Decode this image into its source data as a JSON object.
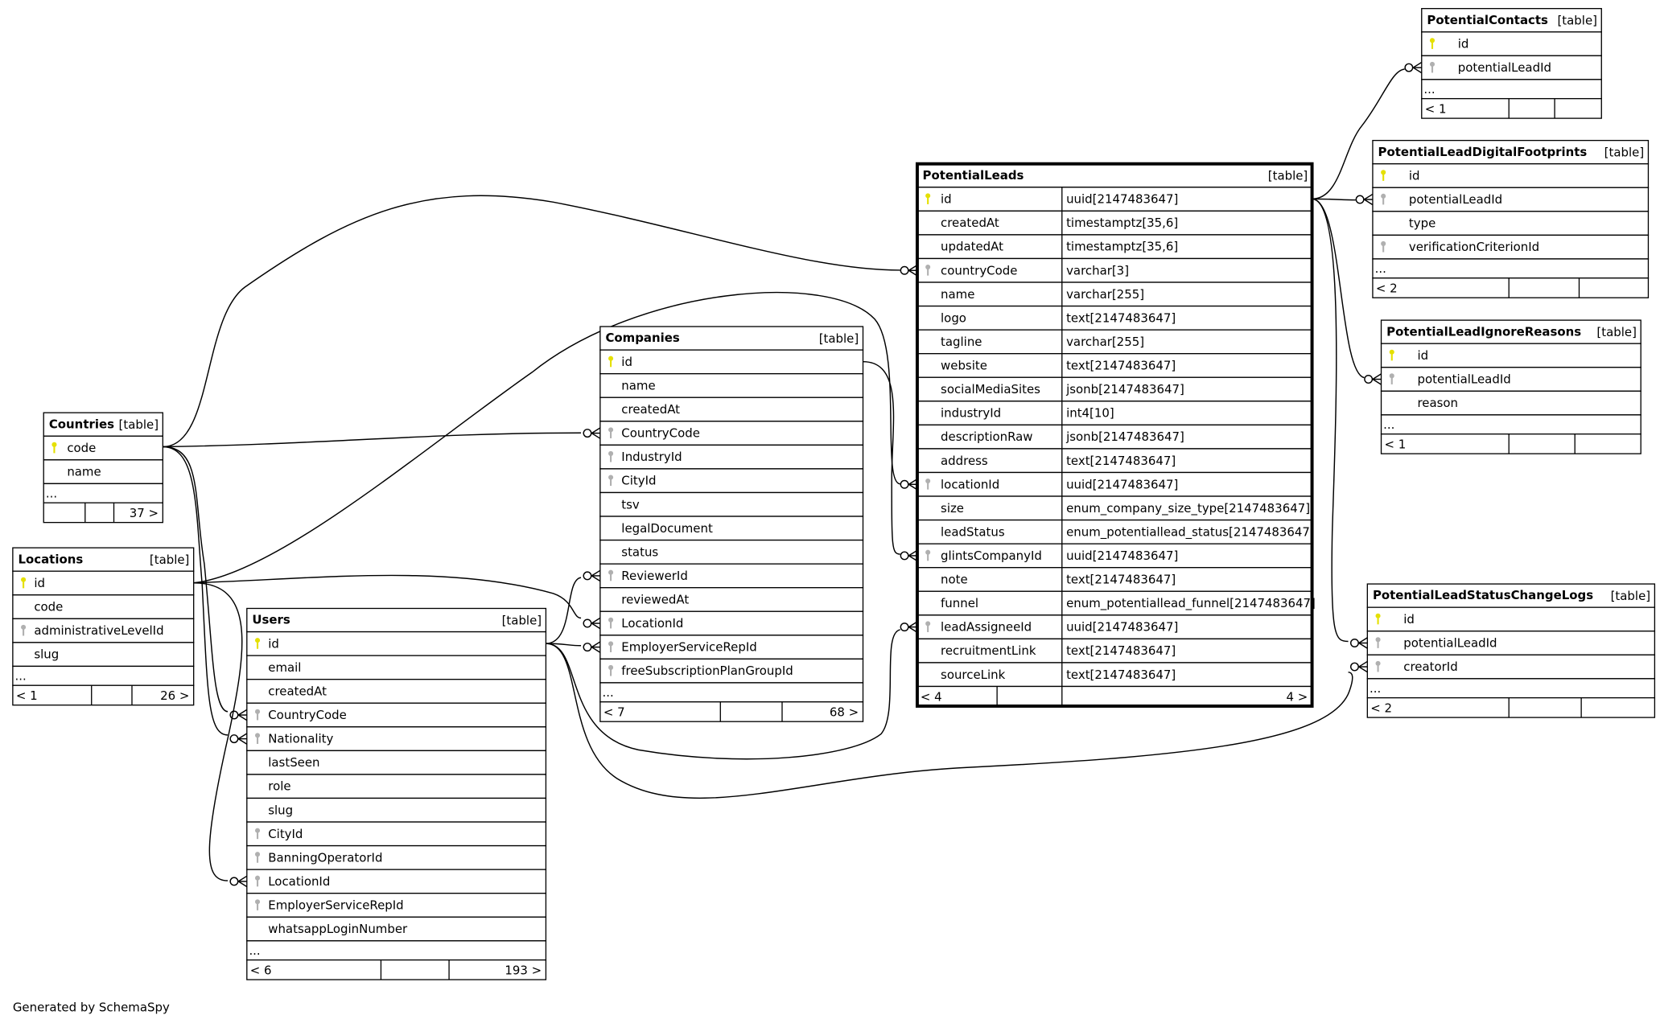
{
  "footer_text": "Generated by SchemaSpy",
  "colors": {
    "primary_key": "#e5e000",
    "foreign_key": "#b0b0b0",
    "header_bg": "#f4f4f4"
  },
  "tables": [
    {
      "name": "Countries",
      "label": "[table]",
      "columns": [
        {
          "name": "code",
          "key": "pk"
        },
        {
          "name": "name",
          "key": ""
        }
      ],
      "ellipsis": "...",
      "footer": [
        "",
        "",
        "37 >"
      ]
    },
    {
      "name": "Locations",
      "label": "[table]",
      "columns": [
        {
          "name": "id",
          "key": "pk"
        },
        {
          "name": "code",
          "key": ""
        },
        {
          "name": "administrativeLevelId",
          "key": "fk"
        },
        {
          "name": "slug",
          "key": ""
        }
      ],
      "ellipsis": "...",
      "footer": [
        "< 1",
        "",
        "26 >"
      ]
    },
    {
      "name": "Users",
      "label": "[table]",
      "columns": [
        {
          "name": "id",
          "key": "pk"
        },
        {
          "name": "email",
          "key": ""
        },
        {
          "name": "createdAt",
          "key": ""
        },
        {
          "name": "CountryCode",
          "key": "fk"
        },
        {
          "name": "Nationality",
          "key": "fk"
        },
        {
          "name": "lastSeen",
          "key": ""
        },
        {
          "name": "role",
          "key": ""
        },
        {
          "name": "slug",
          "key": ""
        },
        {
          "name": "CityId",
          "key": "fk"
        },
        {
          "name": "BanningOperatorId",
          "key": "fk"
        },
        {
          "name": "LocationId",
          "key": "fk"
        },
        {
          "name": "EmployerServiceRepId",
          "key": "fk"
        },
        {
          "name": "whatsappLoginNumber",
          "key": ""
        }
      ],
      "ellipsis": "...",
      "footer": [
        "< 6",
        "",
        "193 >"
      ]
    },
    {
      "name": "Companies",
      "label": "[table]",
      "columns": [
        {
          "name": "id",
          "key": "pk"
        },
        {
          "name": "name",
          "key": ""
        },
        {
          "name": "createdAt",
          "key": ""
        },
        {
          "name": "CountryCode",
          "key": "fk"
        },
        {
          "name": "IndustryId",
          "key": "fk"
        },
        {
          "name": "CityId",
          "key": "fk"
        },
        {
          "name": "tsv",
          "key": ""
        },
        {
          "name": "legalDocument",
          "key": ""
        },
        {
          "name": "status",
          "key": ""
        },
        {
          "name": "ReviewerId",
          "key": "fk"
        },
        {
          "name": "reviewedAt",
          "key": ""
        },
        {
          "name": "LocationId",
          "key": "fk"
        },
        {
          "name": "EmployerServiceRepId",
          "key": "fk"
        },
        {
          "name": "freeSubscriptionPlanGroupId",
          "key": "fk"
        }
      ],
      "ellipsis": "...",
      "footer": [
        "< 7",
        "",
        "68 >"
      ]
    },
    {
      "name": "PotentialLeads",
      "label": "[table]",
      "columns": [
        {
          "name": "id",
          "type": "uuid[2147483647]",
          "key": "pk"
        },
        {
          "name": "createdAt",
          "type": "timestamptz[35,6]",
          "key": ""
        },
        {
          "name": "updatedAt",
          "type": "timestamptz[35,6]",
          "key": ""
        },
        {
          "name": "countryCode",
          "type": "varchar[3]",
          "key": "fk"
        },
        {
          "name": "name",
          "type": "varchar[255]",
          "key": ""
        },
        {
          "name": "logo",
          "type": "text[2147483647]",
          "key": ""
        },
        {
          "name": "tagline",
          "type": "varchar[255]",
          "key": ""
        },
        {
          "name": "website",
          "type": "text[2147483647]",
          "key": ""
        },
        {
          "name": "socialMediaSites",
          "type": "jsonb[2147483647]",
          "key": ""
        },
        {
          "name": "industryId",
          "type": "int4[10]",
          "key": ""
        },
        {
          "name": "descriptionRaw",
          "type": "jsonb[2147483647]",
          "key": ""
        },
        {
          "name": "address",
          "type": "text[2147483647]",
          "key": ""
        },
        {
          "name": "locationId",
          "type": "uuid[2147483647]",
          "key": "fk"
        },
        {
          "name": "size",
          "type": "enum_company_size_type[2147483647]",
          "key": ""
        },
        {
          "name": "leadStatus",
          "type": "enum_potentiallead_status[2147483647]",
          "key": ""
        },
        {
          "name": "glintsCompanyId",
          "type": "uuid[2147483647]",
          "key": "fk"
        },
        {
          "name": "note",
          "type": "text[2147483647]",
          "key": ""
        },
        {
          "name": "funnel",
          "type": "enum_potentiallead_funnel[2147483647]",
          "key": ""
        },
        {
          "name": "leadAssigneeId",
          "type": "uuid[2147483647]",
          "key": "fk"
        },
        {
          "name": "recruitmentLink",
          "type": "text[2147483647]",
          "key": ""
        },
        {
          "name": "sourceLink",
          "type": "text[2147483647]",
          "key": ""
        }
      ],
      "footer": [
        "< 4",
        "",
        "4 >"
      ]
    },
    {
      "name": "PotentialContacts",
      "label": "[table]",
      "columns": [
        {
          "name": "id",
          "key": "pk"
        },
        {
          "name": "potentialLeadId",
          "key": "fk"
        }
      ],
      "ellipsis": "...",
      "footer": [
        "< 1",
        "",
        ""
      ]
    },
    {
      "name": "PotentialLeadDigitalFootprints",
      "label": "[table]",
      "columns": [
        {
          "name": "id",
          "key": "pk"
        },
        {
          "name": "potentialLeadId",
          "key": "fk"
        },
        {
          "name": "type",
          "key": ""
        },
        {
          "name": "verificationCriterionId",
          "key": "fk"
        }
      ],
      "ellipsis": "...",
      "footer": [
        "< 2",
        "",
        ""
      ]
    },
    {
      "name": "PotentialLeadIgnoreReasons",
      "label": "[table]",
      "columns": [
        {
          "name": "id",
          "key": "pk"
        },
        {
          "name": "potentialLeadId",
          "key": "fk"
        },
        {
          "name": "reason",
          "key": ""
        }
      ],
      "ellipsis": "...",
      "footer": [
        "< 1",
        "",
        ""
      ]
    },
    {
      "name": "PotentialLeadStatusChangeLogs",
      "label": "[table]",
      "columns": [
        {
          "name": "id",
          "key": "pk"
        },
        {
          "name": "potentialLeadId",
          "key": "fk"
        },
        {
          "name": "creatorId",
          "key": "fk"
        }
      ],
      "ellipsis": "...",
      "footer": [
        "< 2",
        "",
        ""
      ]
    }
  ],
  "relationships": [
    {
      "from": "Countries.code",
      "to": "PotentialLeads.countryCode"
    },
    {
      "from": "Countries.code",
      "to": "Companies.CountryCode"
    },
    {
      "from": "Countries.code",
      "to": "Users.CountryCode"
    },
    {
      "from": "Countries.code",
      "to": "Users.Nationality"
    },
    {
      "from": "Locations.id",
      "to": "PotentialLeads.locationId"
    },
    {
      "from": "Locations.id",
      "to": "Companies.LocationId"
    },
    {
      "from": "Locations.id",
      "to": "Users.LocationId"
    },
    {
      "from": "Users.id",
      "to": "Companies.ReviewerId"
    },
    {
      "from": "Users.id",
      "to": "Companies.EmployerServiceRepId"
    },
    {
      "from": "Users.id",
      "to": "PotentialLeads.leadAssigneeId"
    },
    {
      "from": "Users.id",
      "to": "PotentialLeadStatusChangeLogs.creatorId"
    },
    {
      "from": "Companies.id",
      "to": "PotentialLeads.glintsCompanyId"
    },
    {
      "from": "PotentialLeads.id",
      "to": "PotentialContacts.potentialLeadId"
    },
    {
      "from": "PotentialLeads.id",
      "to": "PotentialLeadDigitalFootprints.potentialLeadId"
    },
    {
      "from": "PotentialLeads.id",
      "to": "PotentialLeadIgnoreReasons.potentialLeadId"
    },
    {
      "from": "PotentialLeads.id",
      "to": "PotentialLeadStatusChangeLogs.potentialLeadId"
    }
  ]
}
